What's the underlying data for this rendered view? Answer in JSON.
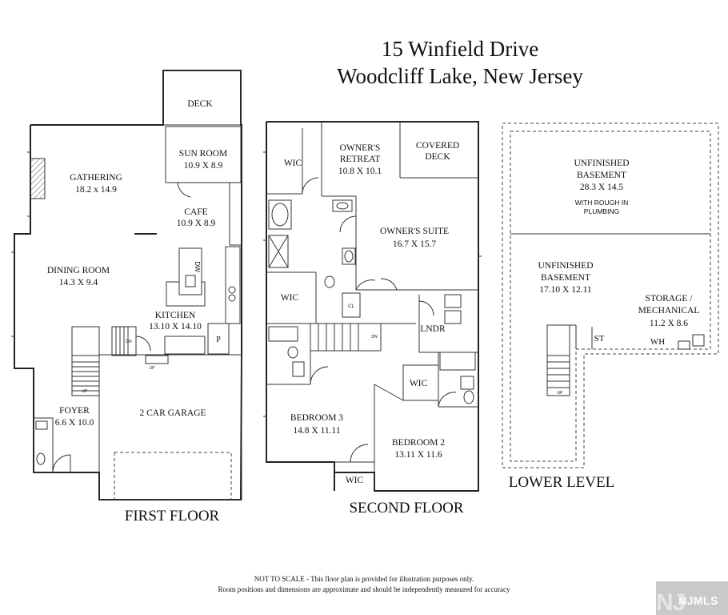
{
  "title": {
    "line1": "15 Winfield Drive",
    "line2": "Woodcliff Lake, New Jersey"
  },
  "floors": {
    "first": {
      "label": "FIRST FLOOR",
      "rooms": {
        "deck": "DECK",
        "sun_room": {
          "name": "SUN ROOM",
          "dims": "10.9 X 8.9"
        },
        "gathering": {
          "name": "GATHERING",
          "dims": "18.2 x 14.9"
        },
        "cafe": {
          "name": "CAFE",
          "dims": "10.9 X 8.9"
        },
        "dining": {
          "name": "DINING ROOM",
          "dims": "14.3 X 9.4"
        },
        "kitchen": {
          "name": "KITCHEN",
          "dims": "13.10 X 14.10"
        },
        "foyer": {
          "name": "FOYER",
          "dims": "6.6 X 10.0"
        },
        "garage": "2 CAR GARAGE",
        "pantry": "P",
        "dw": "DW",
        "dn": "DN",
        "up": "UP",
        "up2": "UP"
      }
    },
    "second": {
      "label": "SECOND FLOOR",
      "rooms": {
        "wic_owner": "WIC",
        "owners_retreat": {
          "name": "OWNER'S",
          "name2": "RETREAT",
          "dims": "10.8 X 10.1"
        },
        "covered_deck": {
          "name": "COVERED",
          "name2": "DECK"
        },
        "owners_suite": {
          "name": "OWNER'S SUITE",
          "dims": "16.7 X 15.7"
        },
        "wic_2": "WIC",
        "cl": "CL",
        "lndr": "LNDR",
        "bedroom3": {
          "name": "BEDROOM 3",
          "dims": "14.8 X 11.11"
        },
        "wic_3": "WIC",
        "bedroom2": {
          "name": "BEDROOM 2",
          "dims": "13.11 X 11.6"
        },
        "wic_4": "WIC",
        "dn": "DN"
      }
    },
    "lower": {
      "label": "LOWER LEVEL",
      "rooms": {
        "unfinished_1": {
          "name": "UNFINISHED",
          "name2": "BASEMENT",
          "dims": "28.3 X 14.5",
          "note1": "WITH ROUGH IN",
          "note2": "PLUMBING"
        },
        "unfinished_2": {
          "name": "UNFINISHED",
          "name2": "BASEMENT",
          "dims": "17.10 X 12.11"
        },
        "storage": {
          "name": "STORAGE /",
          "name2": "MECHANICAL",
          "dims": "11.2 X 8.6"
        },
        "st": "ST",
        "wh": "WH",
        "up": "UP"
      }
    }
  },
  "footnote": {
    "line1": "NOT TO SCALE - This floor plan is provided for illustration purposes only.",
    "line2": "Room positions and dimensions are approximate and should be independently measured for accuracy"
  },
  "logo": {
    "text": "NJMLS",
    "bg_text": "NJ"
  }
}
